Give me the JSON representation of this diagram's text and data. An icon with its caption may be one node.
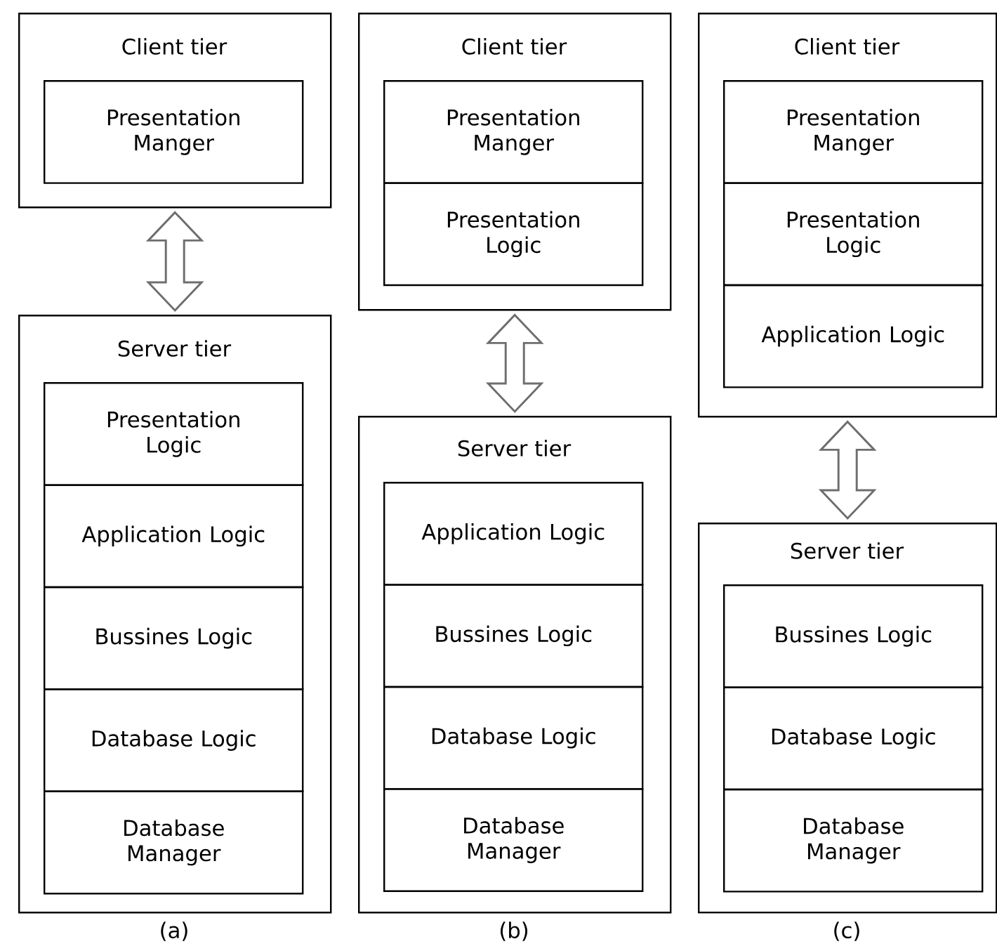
{
  "diagram": {
    "nodes": [
      {
        "text": [
          "Client tier"
        ]
      },
      {
        "text": [
          "Presentation Manger"
        ],
        "in": 0
      },
      {
        "text": [
          "Server tier"
        ]
      },
      {
        "text": [
          "Presentation Logic"
        ],
        "in": 2
      },
      {
        "text": [
          "Application Logic"
        ],
        "in": 2
      },
      {
        "text": [
          "Bussines Logic"
        ],
        "in": 2
      },
      {
        "text": [
          "Database Logic"
        ],
        "in": 2
      },
      {
        "text": [
          "Database Manager"
        ],
        "in": 2
      },
      {
        "text": [
          "Client tier"
        ]
      },
      {
        "text": [
          "Presentation Manger"
        ],
        "in": 8
      },
      {
        "text": [
          "Presentation Logic"
        ],
        "in": 8
      },
      {
        "text": [
          "Server tier"
        ]
      },
      {
        "text": [
          "Application Logic"
        ],
        "in": 11
      },
      {
        "text": [
          "Bussines Logic"
        ],
        "in": 11
      },
      {
        "text": [
          "Database Logic"
        ],
        "in": 11
      },
      {
        "text": [
          "Database Manager"
        ],
        "in": 11
      },
      {
        "text": [
          "Client tier"
        ]
      },
      {
        "text": [
          "Presentation Manger"
        ],
        "in": 16
      },
      {
        "text": [
          "Presentation Logic"
        ],
        "in": 16
      },
      {
        "text": [
          "Application Logic"
        ],
        "in": 16
      },
      {
        "text": [
          "Server tier"
        ]
      },
      {
        "text": [
          "Bussines Logic"
        ],
        "in": 20
      },
      {
        "text": [
          "Database Logic"
        ],
        "in": 20
      },
      {
        "text": [
          "Database Manager"
        ],
        "in": 20
      }
    ],
    "edges": [
      {
        "from": 0,
        "to": 2,
        "arrow": "both"
      },
      {
        "from": 8,
        "to": 11,
        "arrow": "both"
      },
      {
        "from": 16,
        "to": 20,
        "arrow": "both"
      }
    ],
    "labels": [
      "(a)",
      "(b)",
      "(c)"
    ]
  }
}
